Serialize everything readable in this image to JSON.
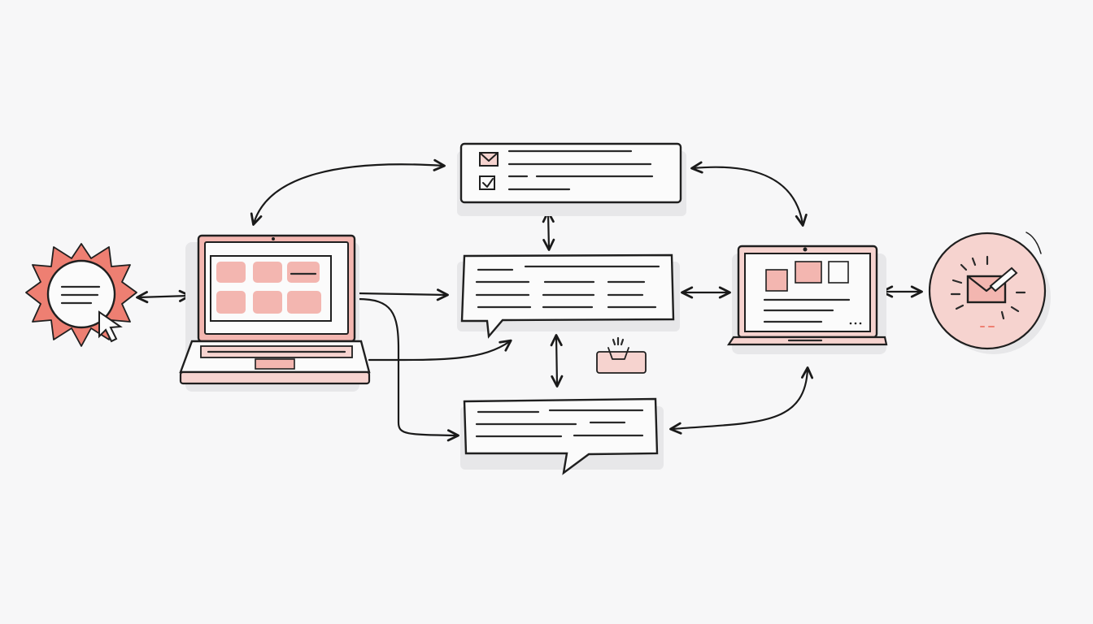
{
  "colors": {
    "background": "#f7f7f8",
    "ink": "#1f1f1f",
    "accent_light": "#f3b6b0",
    "accent_pale": "#f6d3cf",
    "accent_strong": "#ee7f72",
    "paper": "#fbfbfb"
  },
  "nodes": [
    {
      "id": "user-badge",
      "icon": "cursor-click-icon"
    },
    {
      "id": "laptop-left",
      "icon": "laptop-icon"
    },
    {
      "id": "message-top",
      "icon": "checklist-card-icon"
    },
    {
      "id": "message-middle",
      "icon": "speech-bubble-icon"
    },
    {
      "id": "message-bottom",
      "icon": "speech-bubble-icon"
    },
    {
      "id": "small-inbox",
      "icon": "inbox-tray-icon"
    },
    {
      "id": "laptop-right",
      "icon": "laptop-icon"
    },
    {
      "id": "email-circle",
      "icon": "email-icon"
    }
  ],
  "connections": [
    {
      "from": "user-badge",
      "to": "laptop-left",
      "bidirectional": true
    },
    {
      "from": "laptop-left",
      "to": "message-top",
      "bidirectional": true
    },
    {
      "from": "laptop-left",
      "to": "message-middle",
      "bidirectional": false
    },
    {
      "from": "laptop-left",
      "to": "message-bottom",
      "bidirectional": false
    },
    {
      "from": "message-top",
      "to": "message-middle",
      "bidirectional": true
    },
    {
      "from": "message-middle",
      "to": "message-bottom",
      "bidirectional": true
    },
    {
      "from": "message-top",
      "to": "laptop-right",
      "bidirectional": true
    },
    {
      "from": "message-middle",
      "to": "laptop-right",
      "bidirectional": true
    },
    {
      "from": "message-bottom",
      "to": "laptop-right",
      "bidirectional": true
    },
    {
      "from": "laptop-right",
      "to": "email-circle",
      "bidirectional": true
    }
  ]
}
